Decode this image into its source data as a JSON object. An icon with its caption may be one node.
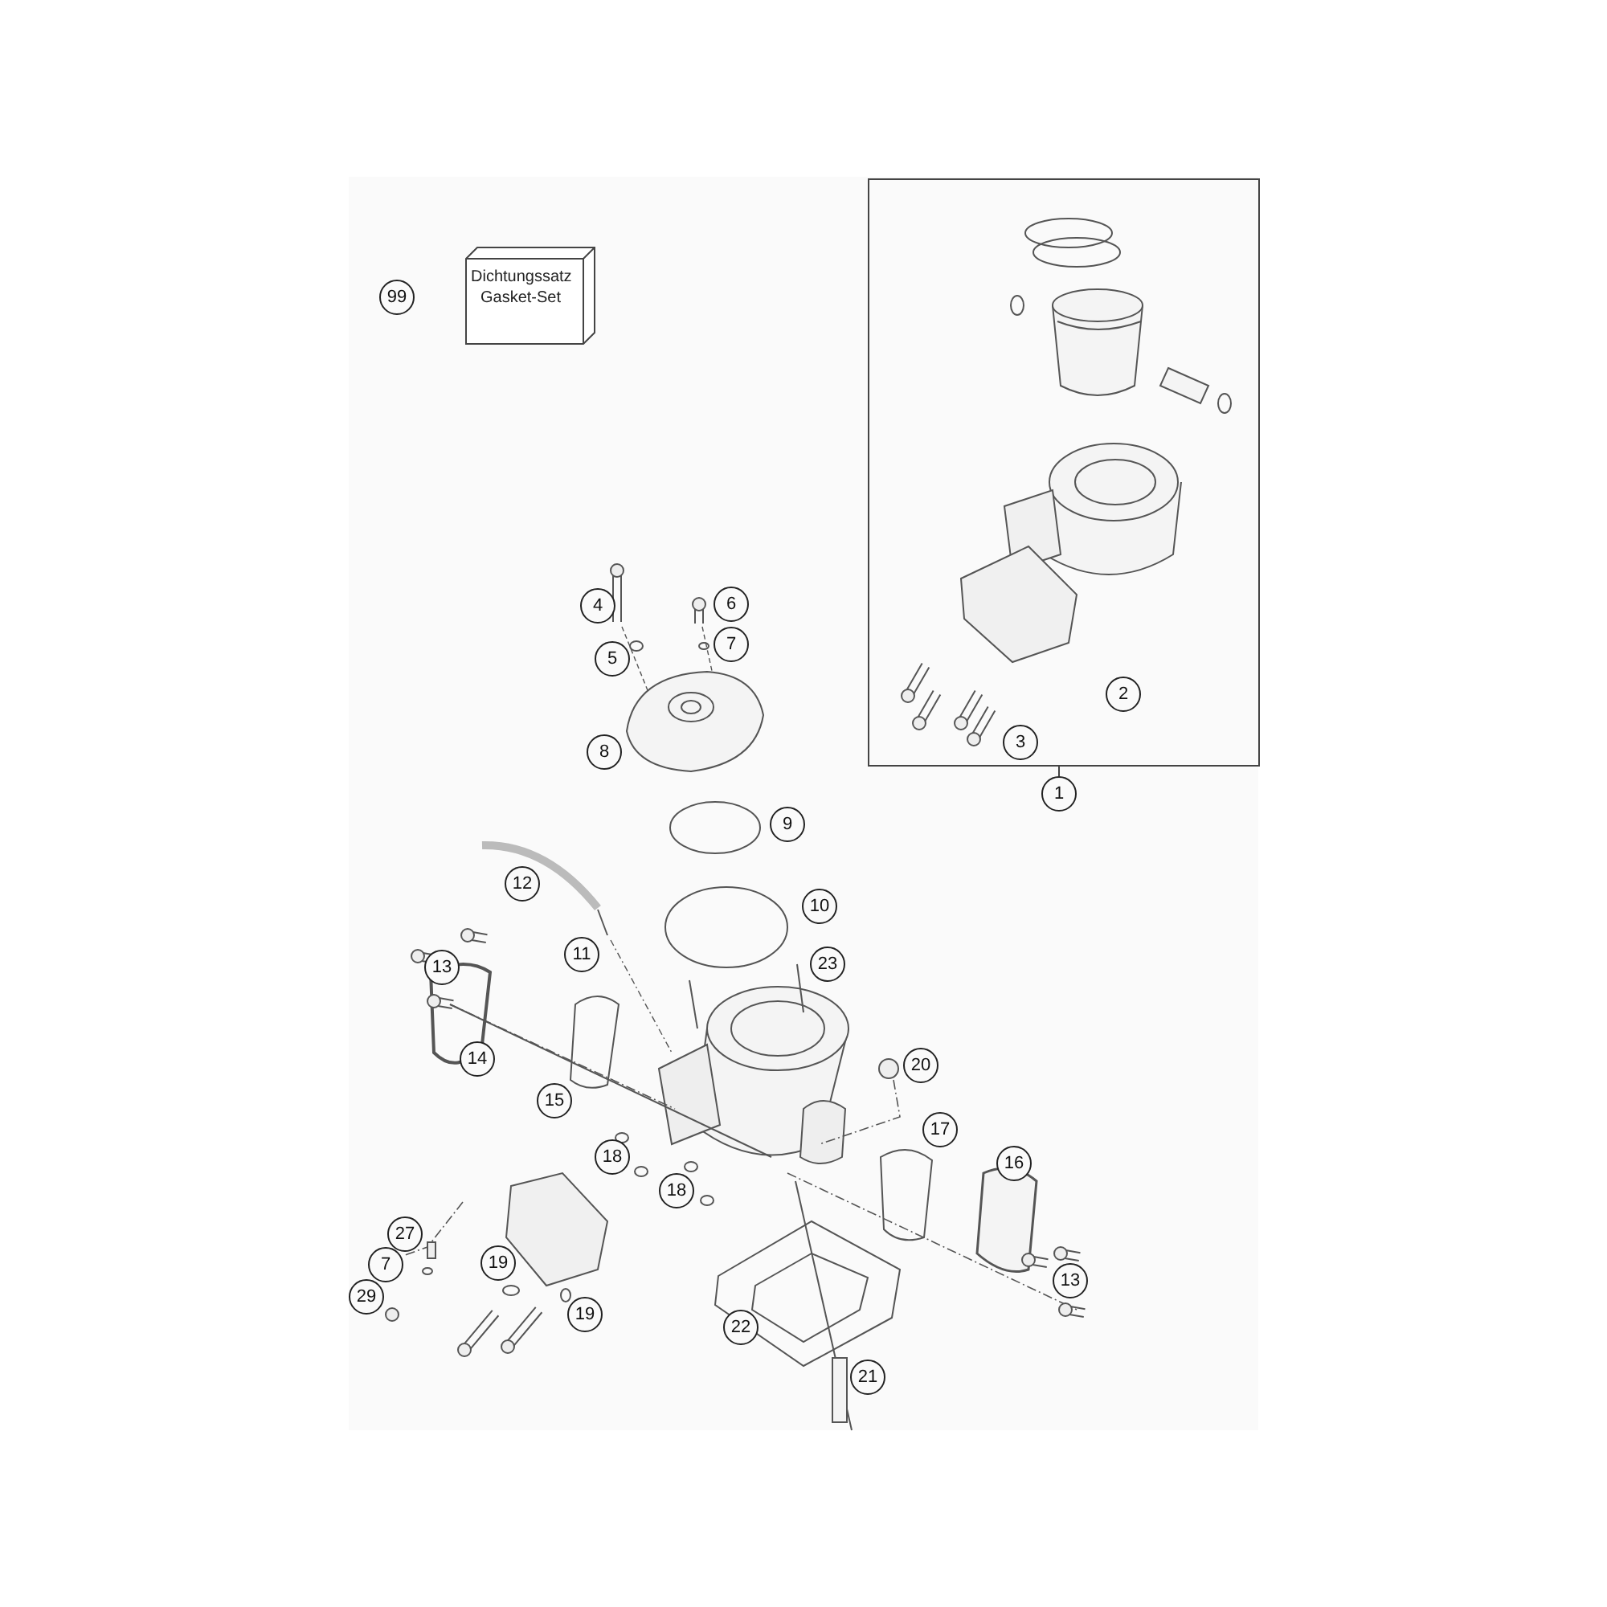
{
  "diagram": {
    "nodes": [
      {
        "text": [
          "99"
        ]
      },
      {
        "text": [
          "Dichtungssatz",
          "Gasket-Set"
        ]
      },
      {
        "text": [],
        "shape": "box"
      },
      {
        "text": [
          "4"
        ]
      },
      {
        "text": [
          "6"
        ]
      },
      {
        "text": [
          "7"
        ]
      },
      {
        "text": [
          "5"
        ]
      },
      {
        "text": [
          "2"
        ],
        "in": 2
      },
      {
        "text": [
          "3"
        ],
        "in": 2
      },
      {
        "text": [
          "8"
        ]
      },
      {
        "text": [
          "1"
        ]
      },
      {
        "text": [
          "9"
        ]
      },
      {
        "text": [
          "12"
        ]
      },
      {
        "text": [
          "10"
        ]
      },
      {
        "text": [
          "11"
        ]
      },
      {
        "text": [
          "23"
        ]
      },
      {
        "text": [
          "13"
        ]
      },
      {
        "text": [
          "14"
        ]
      },
      {
        "text": [
          "15"
        ]
      },
      {
        "text": [
          "20"
        ]
      },
      {
        "text": [
          "18"
        ]
      },
      {
        "text": [
          "17"
        ]
      },
      {
        "text": [
          "16"
        ]
      },
      {
        "text": [
          "18"
        ]
      },
      {
        "text": [
          "27"
        ]
      },
      {
        "text": [
          "7"
        ]
      },
      {
        "text": [
          "19"
        ]
      },
      {
        "text": [
          "29"
        ]
      },
      {
        "text": [
          "13"
        ]
      },
      {
        "text": [
          "19"
        ]
      },
      {
        "text": [
          "22"
        ]
      },
      {
        "text": [
          "21"
        ]
      }
    ],
    "edges": [
      {
        "from": 10,
        "to": 2,
        "arrow": "none"
      }
    ]
  }
}
